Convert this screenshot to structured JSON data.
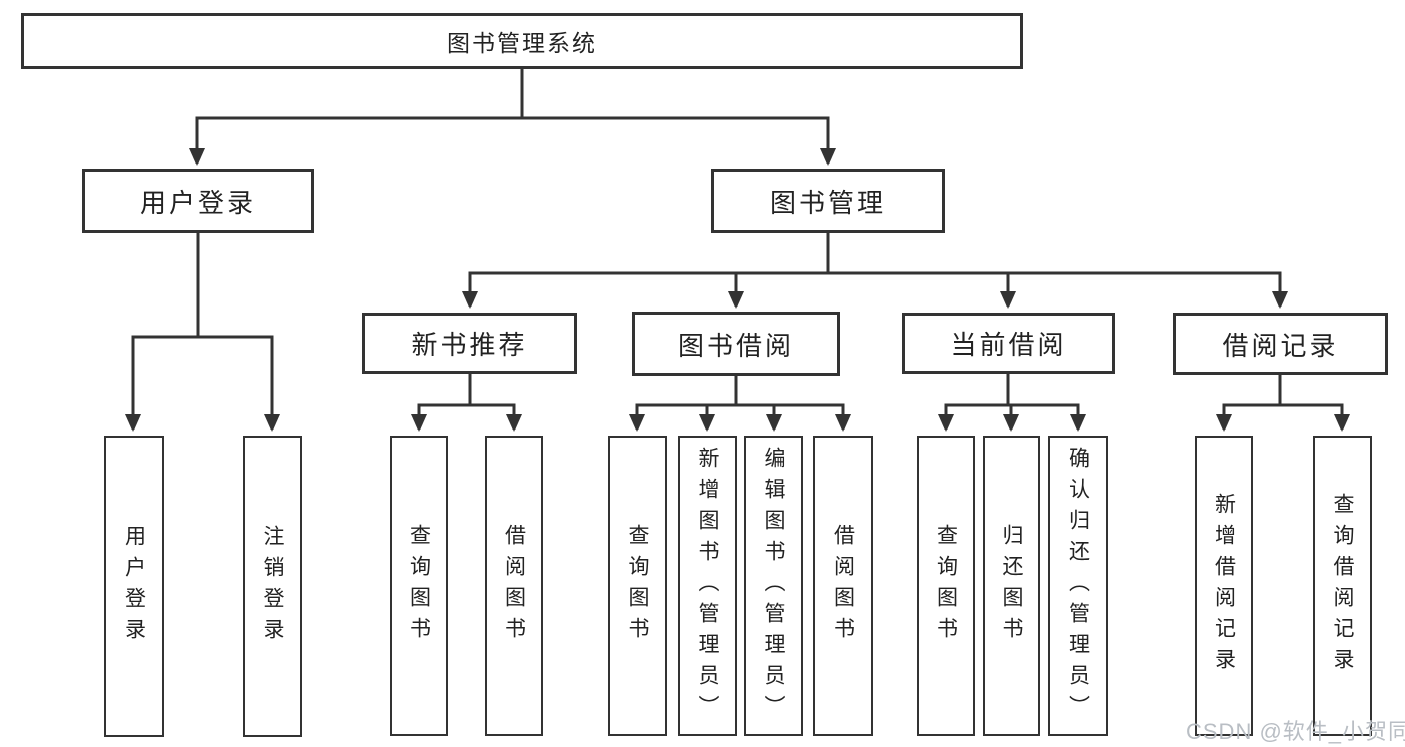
{
  "diagram": {
    "root": {
      "label": "图书管理系统",
      "children": [
        {
          "label": "用户登录",
          "children": [
            {
              "label": "用户登录"
            },
            {
              "label": "注销登录"
            }
          ]
        },
        {
          "label": "图书管理",
          "children": [
            {
              "label": "新书推荐",
              "children": [
                {
                  "label": "查询图书"
                },
                {
                  "label": "借阅图书"
                }
              ]
            },
            {
              "label": "图书借阅",
              "children": [
                {
                  "label": "查询图书"
                },
                {
                  "label": "新增图书（管理员）"
                },
                {
                  "label": "编辑图书（管理员）"
                },
                {
                  "label": "借阅图书"
                }
              ]
            },
            {
              "label": "当前借阅",
              "children": [
                {
                  "label": "查询图书"
                },
                {
                  "label": "归还图书"
                },
                {
                  "label": "确认归还（管理员）"
                }
              ]
            },
            {
              "label": "借阅记录",
              "children": [
                {
                  "label": "新增借阅记录"
                },
                {
                  "label": "查询借阅记录"
                }
              ]
            }
          ]
        }
      ]
    }
  },
  "watermark": {
    "text": "CSDN @软件_小贺同学",
    "color": "#b9bec4"
  },
  "colors": {
    "line": "#333333",
    "box_border": "#333333",
    "text": "#222222",
    "background": "#ffffff"
  }
}
